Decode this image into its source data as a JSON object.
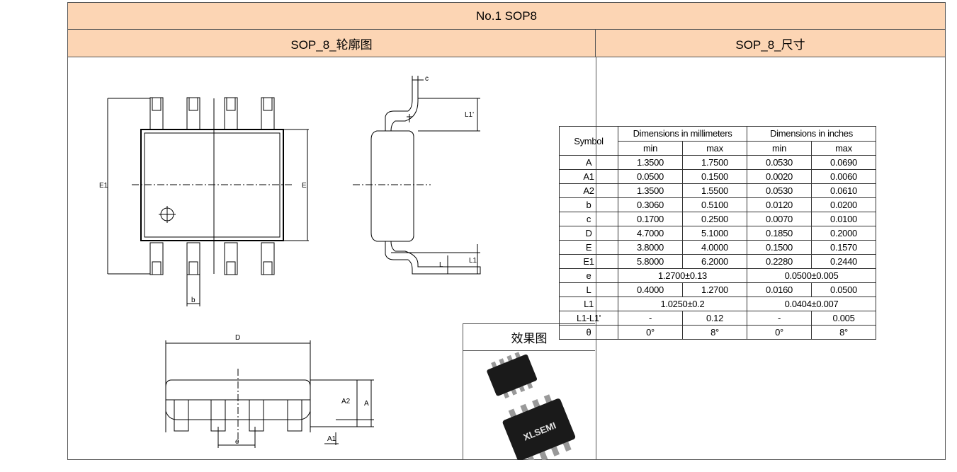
{
  "header": {
    "title": "No.1   SOP8"
  },
  "sections": {
    "outline_title": "SOP_8_轮廓图",
    "dimensions_title": "SOP_8_尺寸"
  },
  "render": {
    "title": "效果图",
    "chip_marking": "XLSEMI"
  },
  "drawing_labels": {
    "E1": "E1",
    "E": "E",
    "b": "b",
    "c": "c",
    "L1p": "L1'",
    "L1": "L1",
    "L": "L",
    "D": "D",
    "A2": "A2",
    "A": "A",
    "e": "e",
    "A1": "A1"
  },
  "table": {
    "symbol_header": "Symbol",
    "mm_header": "Dimensions in millimeters",
    "inch_header": "Dimensions in inches",
    "min": "min",
    "max": "max",
    "rows": [
      {
        "sym": "A",
        "cells": [
          "1.3500",
          "1.7500",
          "0.0530",
          "0.0690"
        ]
      },
      {
        "sym": "A1",
        "cells": [
          "0.0500",
          "0.1500",
          "0.0020",
          "0.0060"
        ]
      },
      {
        "sym": "A2",
        "cells": [
          "1.3500",
          "1.5500",
          "0.0530",
          "0.0610"
        ]
      },
      {
        "sym": "b",
        "cells": [
          "0.3060",
          "0.5100",
          "0.0120",
          "0.0200"
        ]
      },
      {
        "sym": "c",
        "cells": [
          "0.1700",
          "0.2500",
          "0.0070",
          "0.0100"
        ]
      },
      {
        "sym": "D",
        "cells": [
          "4.7000",
          "5.1000",
          "0.1850",
          "0.2000"
        ]
      },
      {
        "sym": "E",
        "cells": [
          "3.8000",
          "4.0000",
          "0.1500",
          "0.1570"
        ]
      },
      {
        "sym": "E1",
        "cells": [
          "5.8000",
          "6.2000",
          "0.2280",
          "0.2440"
        ]
      },
      {
        "sym": "e",
        "merged": [
          "1.2700±0.13",
          "0.0500±0.005"
        ]
      },
      {
        "sym": "L",
        "cells": [
          "0.4000",
          "1.2700",
          "0.0160",
          "0.0500"
        ]
      },
      {
        "sym": "L1",
        "merged": [
          "1.0250±0.2",
          "0.0404±0.007"
        ]
      },
      {
        "sym": "L1-L1'",
        "cells": [
          "-",
          "0.12",
          "-",
          "0.005"
        ]
      },
      {
        "sym": "θ",
        "cells": [
          "0°",
          "8°",
          "0°",
          "8°"
        ]
      }
    ]
  }
}
